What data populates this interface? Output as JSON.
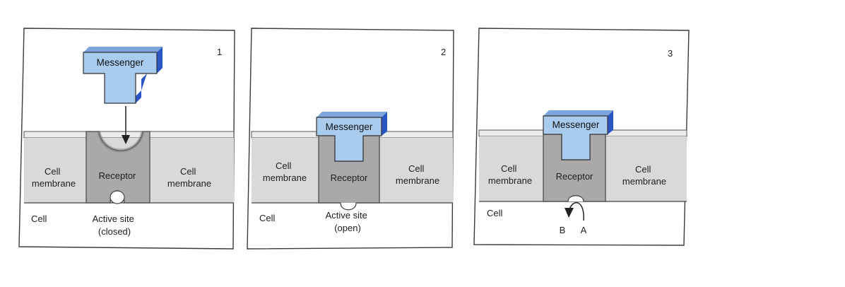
{
  "panels": [
    {
      "number": "1",
      "messenger": "Messenger",
      "cell_membrane_left": [
        "Cell",
        "membrane"
      ],
      "receptor": "Receptor",
      "cell_membrane_right": [
        "Cell",
        "membrane"
      ],
      "cell": "Cell",
      "active_site": [
        "Active site",
        "(closed)"
      ]
    },
    {
      "number": "2",
      "messenger": "Messenger",
      "cell_membrane_left": [
        "Cell",
        "membrane"
      ],
      "receptor": "Receptor",
      "cell_membrane_right": [
        "Cell",
        "membrane"
      ],
      "cell": "Cell",
      "active_site": [
        "Active site",
        "(open)"
      ]
    },
    {
      "number": "3",
      "messenger": "Messenger",
      "cell_membrane_left": [
        "Cell",
        "membrane"
      ],
      "receptor": "Receptor",
      "cell_membrane_right": [
        "Cell",
        "membrane"
      ],
      "cell": "Cell",
      "reaction_labels": [
        "B",
        "A"
      ]
    }
  ],
  "colors": {
    "messenger_fill": "#a9cbee",
    "messenger_side": "#2a55c4",
    "receptor_fill": "#a9a9a9",
    "membrane_fill": "#d9d9d9",
    "membrane_band": "#ececec",
    "cell_fill": "#ffffff",
    "outline": "#333333"
  }
}
